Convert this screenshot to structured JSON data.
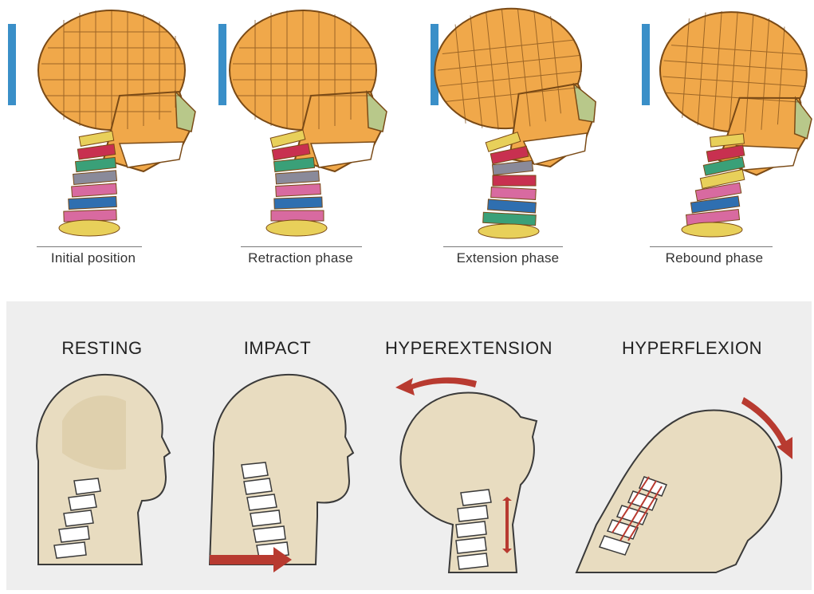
{
  "fem_model": {
    "phases": [
      {
        "label": "Initial position"
      },
      {
        "label": "Retraction phase"
      },
      {
        "label": "Extension phase"
      },
      {
        "label": "Rebound phase"
      }
    ]
  },
  "illustration": {
    "stages": [
      {
        "label": "RESTING"
      },
      {
        "label": "IMPACT"
      },
      {
        "label": "HYPEREXTENSION"
      },
      {
        "label": "HYPERFLEXION"
      }
    ]
  },
  "colors": {
    "skull": "#f0a84a",
    "mesh": "#7a4a16",
    "face": "#b8c88a",
    "barrier": "#3a8fc8",
    "vertebra": [
      "#e8d05a",
      "#2f6fb0",
      "#d86aa0",
      "#3aa078",
      "#c83050",
      "#8a8a9a"
    ],
    "skin": "#e8dcc0",
    "outline": "#3a3a3a",
    "arrow": "#b83a30"
  }
}
